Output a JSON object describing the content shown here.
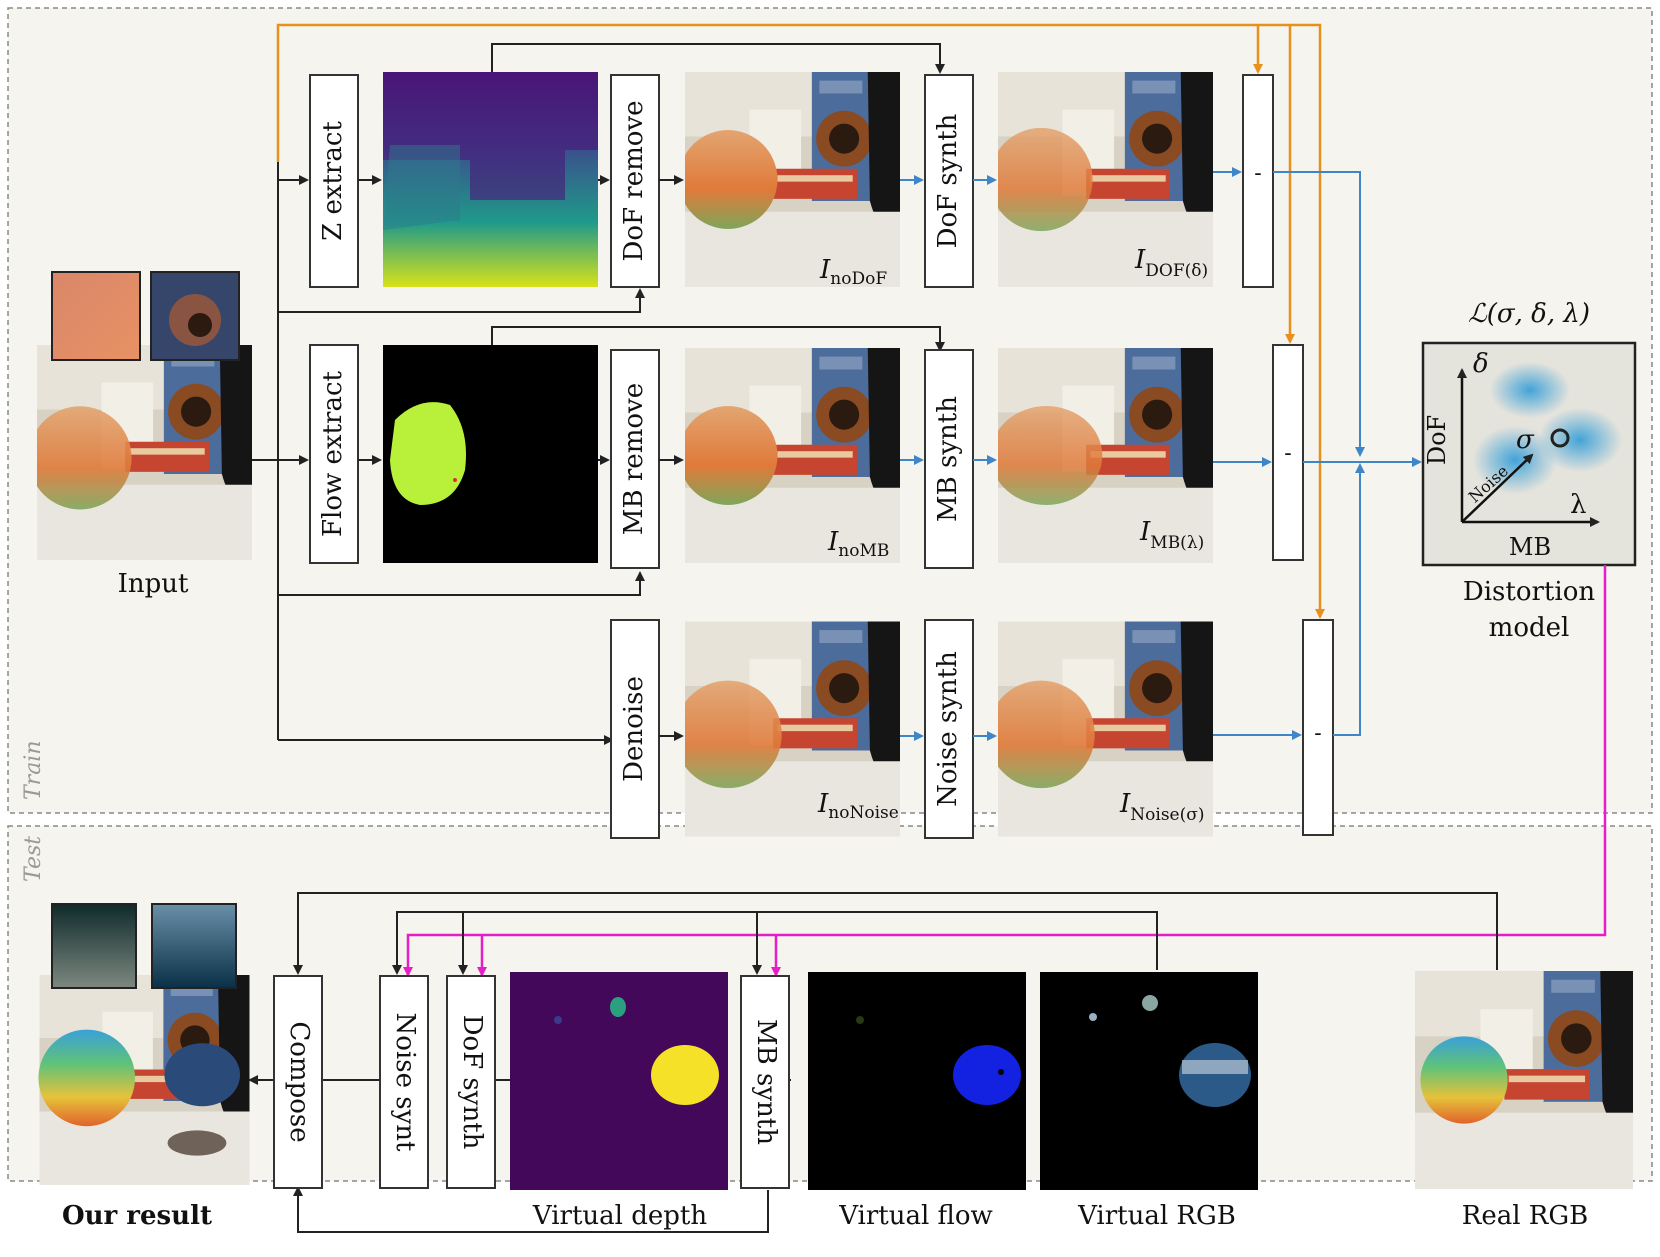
{
  "panels": {
    "train_label": "Train",
    "test_label": "Test"
  },
  "train": {
    "input_caption": "Input",
    "z_extract": "Z extract",
    "flow_extract": "Flow extract",
    "dof_remove": "DoF remove",
    "mb_remove": "MB remove",
    "denoise": "Denoise",
    "dof_synth": "DoF synth",
    "mb_synth": "MB synth",
    "noise_synth": "Noise synth",
    "label_nodof": {
      "main": "I",
      "sub": "noDoF"
    },
    "label_dof": {
      "main": "I",
      "sub": "DOF(δ)"
    },
    "label_nomb": {
      "main": "I",
      "sub": "noMB"
    },
    "label_mb": {
      "main": "I",
      "sub": "MB(λ)"
    },
    "label_nonoise": {
      "main": "I",
      "sub": "noNoise"
    },
    "label_noise": {
      "main": "I",
      "sub": "Noise(σ)"
    },
    "minus": "-",
    "loss_label": "ℒ(σ, δ, λ)",
    "dist_axis_dof": "DoF",
    "dist_axis_mb": "MB",
    "dist_axis_noise": "Noise",
    "dist_sym_delta": "δ",
    "dist_sym_lambda": "λ",
    "dist_sym_sigma": "σ",
    "dist_caption_1": "Distortion",
    "dist_caption_2": "model"
  },
  "test": {
    "compose": "Compose",
    "noise_synt": "Noise synt",
    "dof_synth": "DoF synth",
    "mb_synth": "MB synth",
    "caption_result": "Our result",
    "caption_depth": "Virtual depth",
    "caption_flow": "Virtual flow",
    "caption_rgb": "Virtual RGB",
    "caption_real": "Real RGB"
  },
  "colors": {
    "orange": "#e8901c",
    "blue": "#3f86c8",
    "magenta": "#e61ec8",
    "black": "#222222",
    "panel_bg": "#f5f4ee",
    "depth_purple": "#44085a",
    "depth_yellow": "#f5e127"
  }
}
